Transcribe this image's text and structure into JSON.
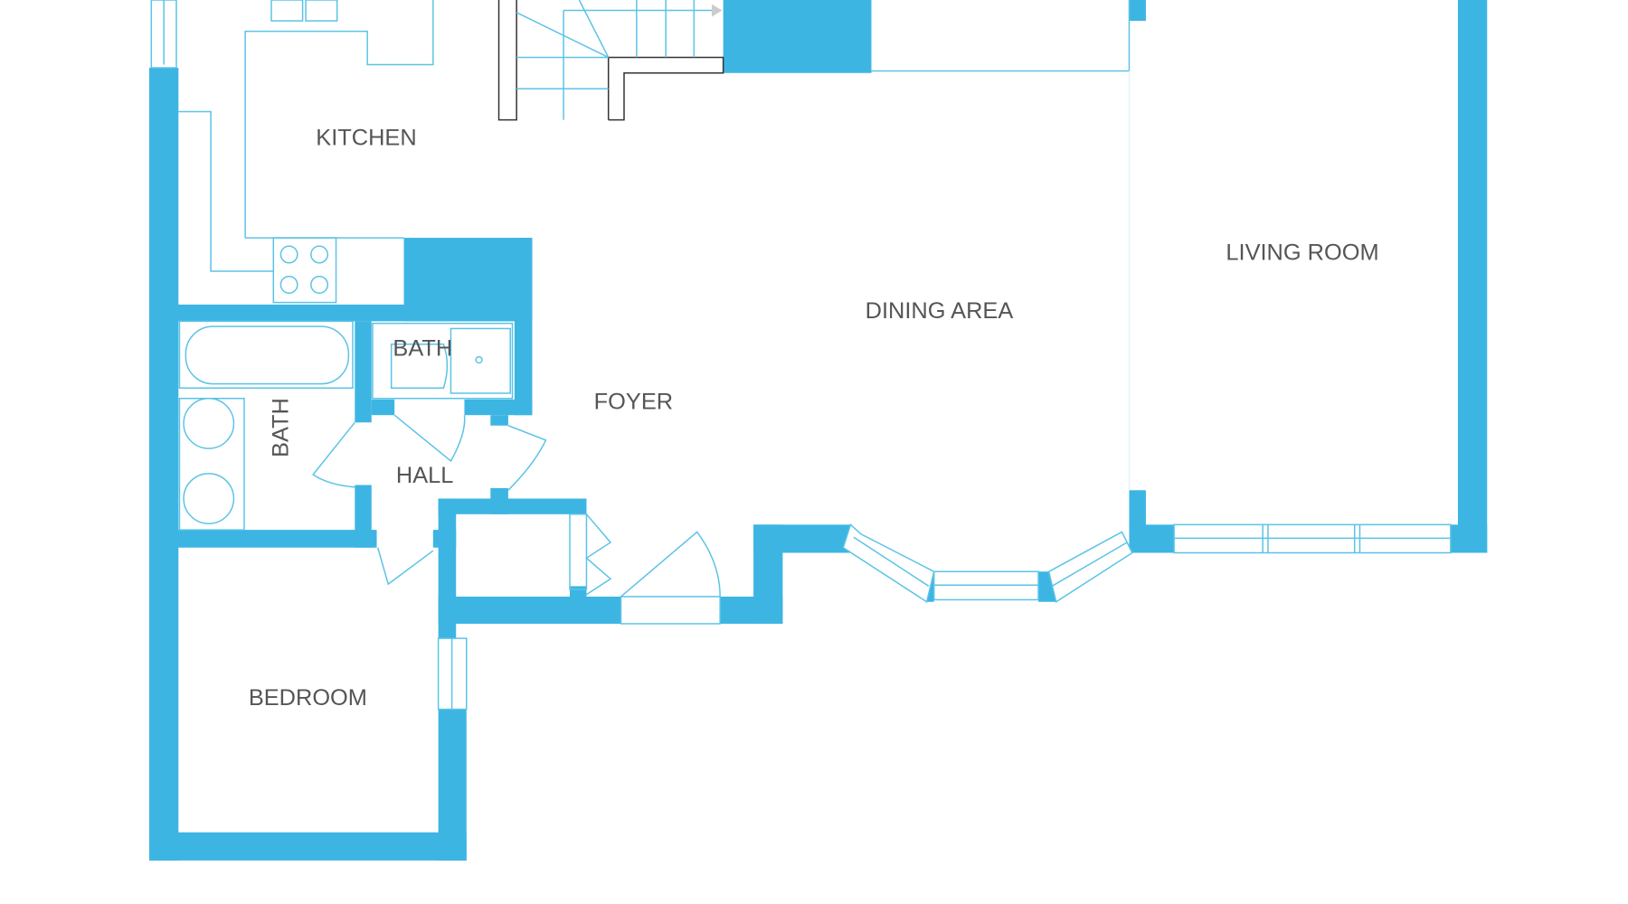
{
  "floor_plan": {
    "wall_color": "#3db5e3",
    "rooms": {
      "kitchen": "KITCHEN",
      "dining_area": "DINING AREA",
      "living_room": "LIVING ROOM",
      "bath_small": "BATH",
      "bath_main": "BATH",
      "foyer": "FOYER",
      "hall": "HALL",
      "bedroom": "BEDROOM"
    }
  }
}
